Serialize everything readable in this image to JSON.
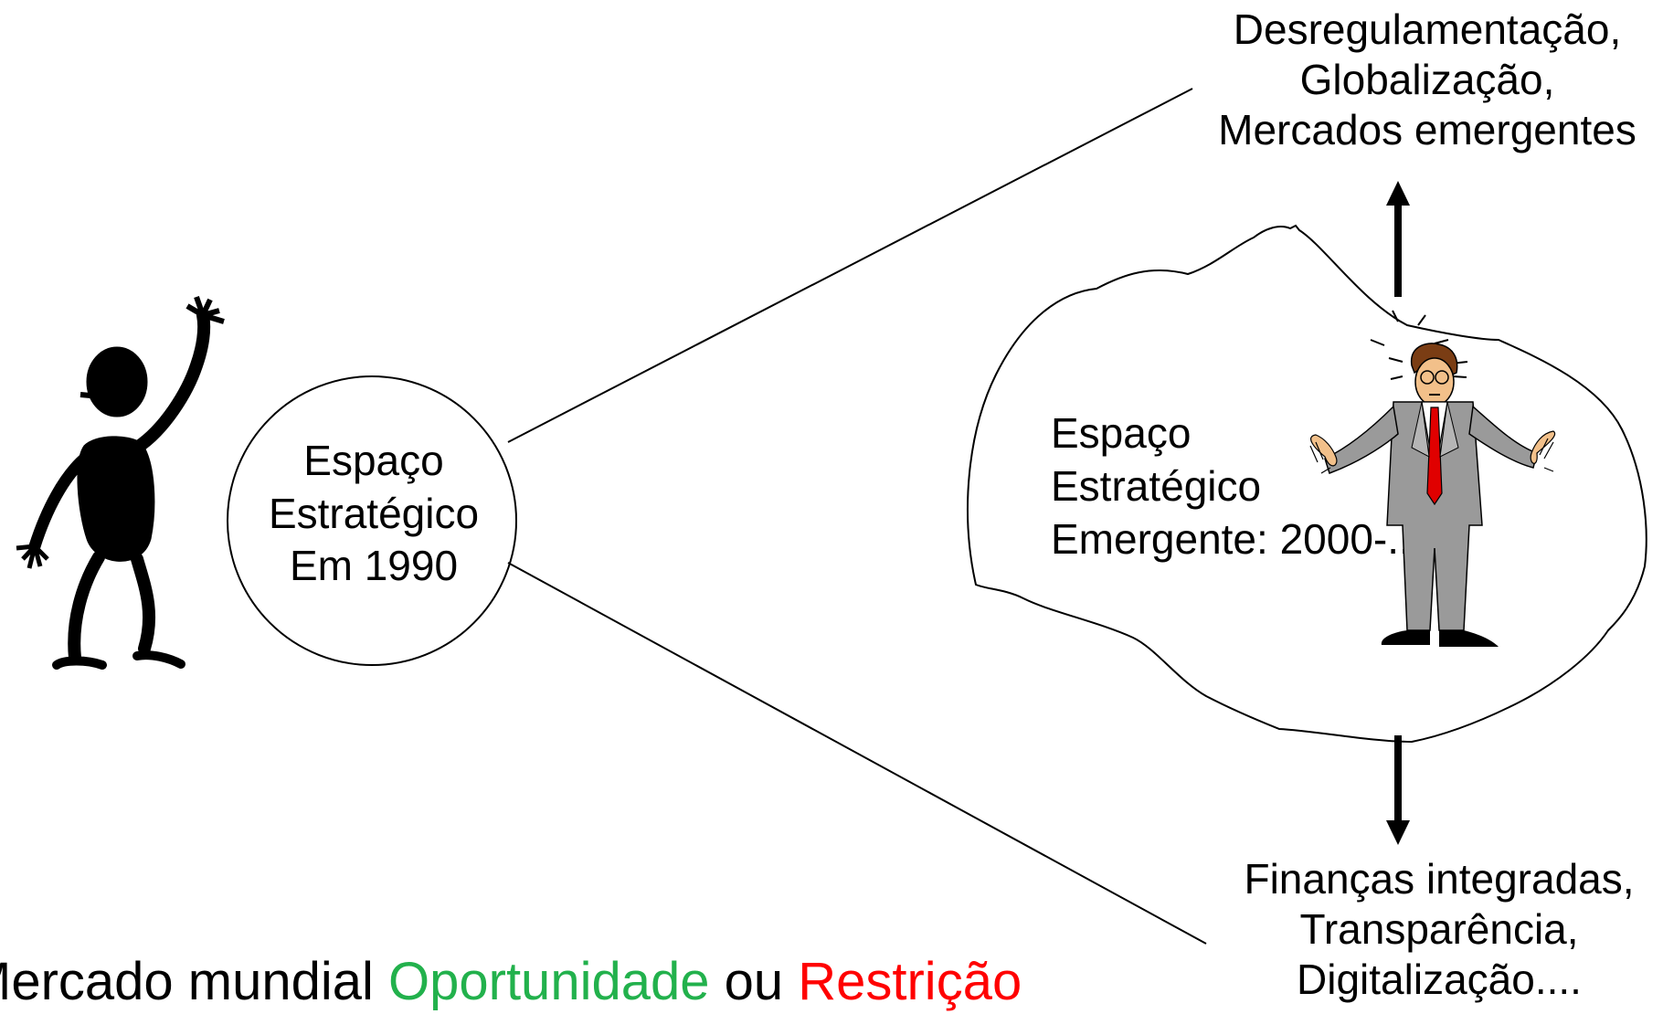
{
  "left_circle": {
    "lines": [
      "Espaço",
      "Estratégico",
      "Em 1990"
    ]
  },
  "cloud": {
    "lines": [
      "Espaço",
      "Estratégico",
      "Emergente: 2000-.."
    ]
  },
  "top_label": {
    "lines": [
      "Desregulamentação,",
      "Globalização,",
      "Mercados emergentes"
    ]
  },
  "bottom_label": {
    "lines": [
      "Finanças integradas,",
      "Transparência,",
      "Digitalização...."
    ]
  },
  "bottom_statement": {
    "part1": "Mercado mundial ",
    "opportunity": "Oportunidade",
    "middle": " ou ",
    "restriction": "Restrição",
    "opportunity_color": "#22b14c",
    "restriction_color": "#ff0000"
  },
  "icons": {
    "left_figure": "waving-person-silhouette-icon",
    "right_figure": "confused-businessman-icon"
  }
}
